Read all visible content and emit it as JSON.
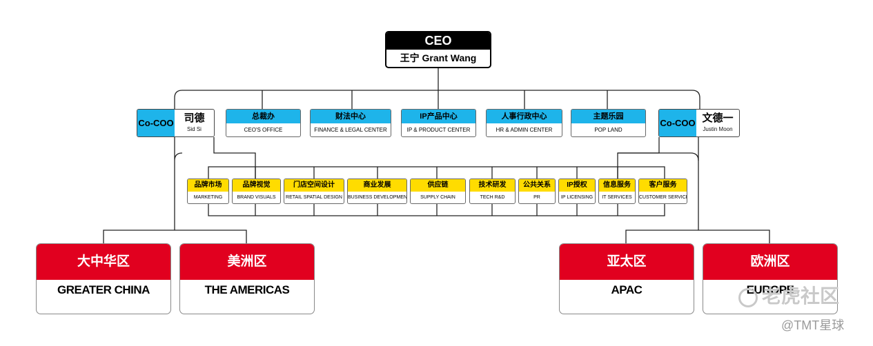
{
  "ceo": {
    "title": "CEO",
    "name": "王宁 Grant Wang"
  },
  "coo_left": {
    "tag": "Co-COO",
    "name_cn": "司德",
    "name_en": "Sid Si"
  },
  "coo_right": {
    "tag": "Co-COO",
    "name_cn": "文德一",
    "name_en": "Justin Moon"
  },
  "departments": [
    {
      "cn": "总裁办",
      "en": "CEO'S OFFICE"
    },
    {
      "cn": "财法中心",
      "en": "FINANCE & LEGAL CENTER"
    },
    {
      "cn": "IP产品中心",
      "en": "IP & PRODUCT CENTER"
    },
    {
      "cn": "人事行政中心",
      "en": "HR & ADMIN CENTER"
    },
    {
      "cn": "主题乐园",
      "en": "POP LAND"
    }
  ],
  "functions": [
    {
      "cn": "品牌市场",
      "en": "MARKETING"
    },
    {
      "cn": "品牌视觉",
      "en": "BRAND VISUALS"
    },
    {
      "cn": "门店空间设计",
      "en": "RETAIL SPATIAL DESIGN"
    },
    {
      "cn": "商业发展",
      "en": "BUSINESS DEVELOPMENT"
    },
    {
      "cn": "供应链",
      "en": "SUPPLY CHAIN"
    },
    {
      "cn": "技术研发",
      "en": "TECH R&D"
    },
    {
      "cn": "公共关系",
      "en": "PR"
    },
    {
      "cn": "IP授权",
      "en": "IP LICENSING"
    },
    {
      "cn": "信息服务",
      "en": "IT SERVICES"
    },
    {
      "cn": "客户服务",
      "en": "CUSTOMER SERVICE"
    }
  ],
  "regions": [
    {
      "cn": "大中华区",
      "en": "GREATER CHINA"
    },
    {
      "cn": "美洲区",
      "en": "THE AMERICAS"
    },
    {
      "cn": "亚太区",
      "en": "APAC"
    },
    {
      "cn": "欧洲区",
      "en": "EUROPE"
    }
  ],
  "watermark": {
    "main": "老虎社区",
    "sub": "@TMT星球"
  },
  "colors": {
    "ceo_header": "#000000",
    "department": "#1eb4ea",
    "function": "#ffdc00",
    "region": "#e1001f"
  }
}
